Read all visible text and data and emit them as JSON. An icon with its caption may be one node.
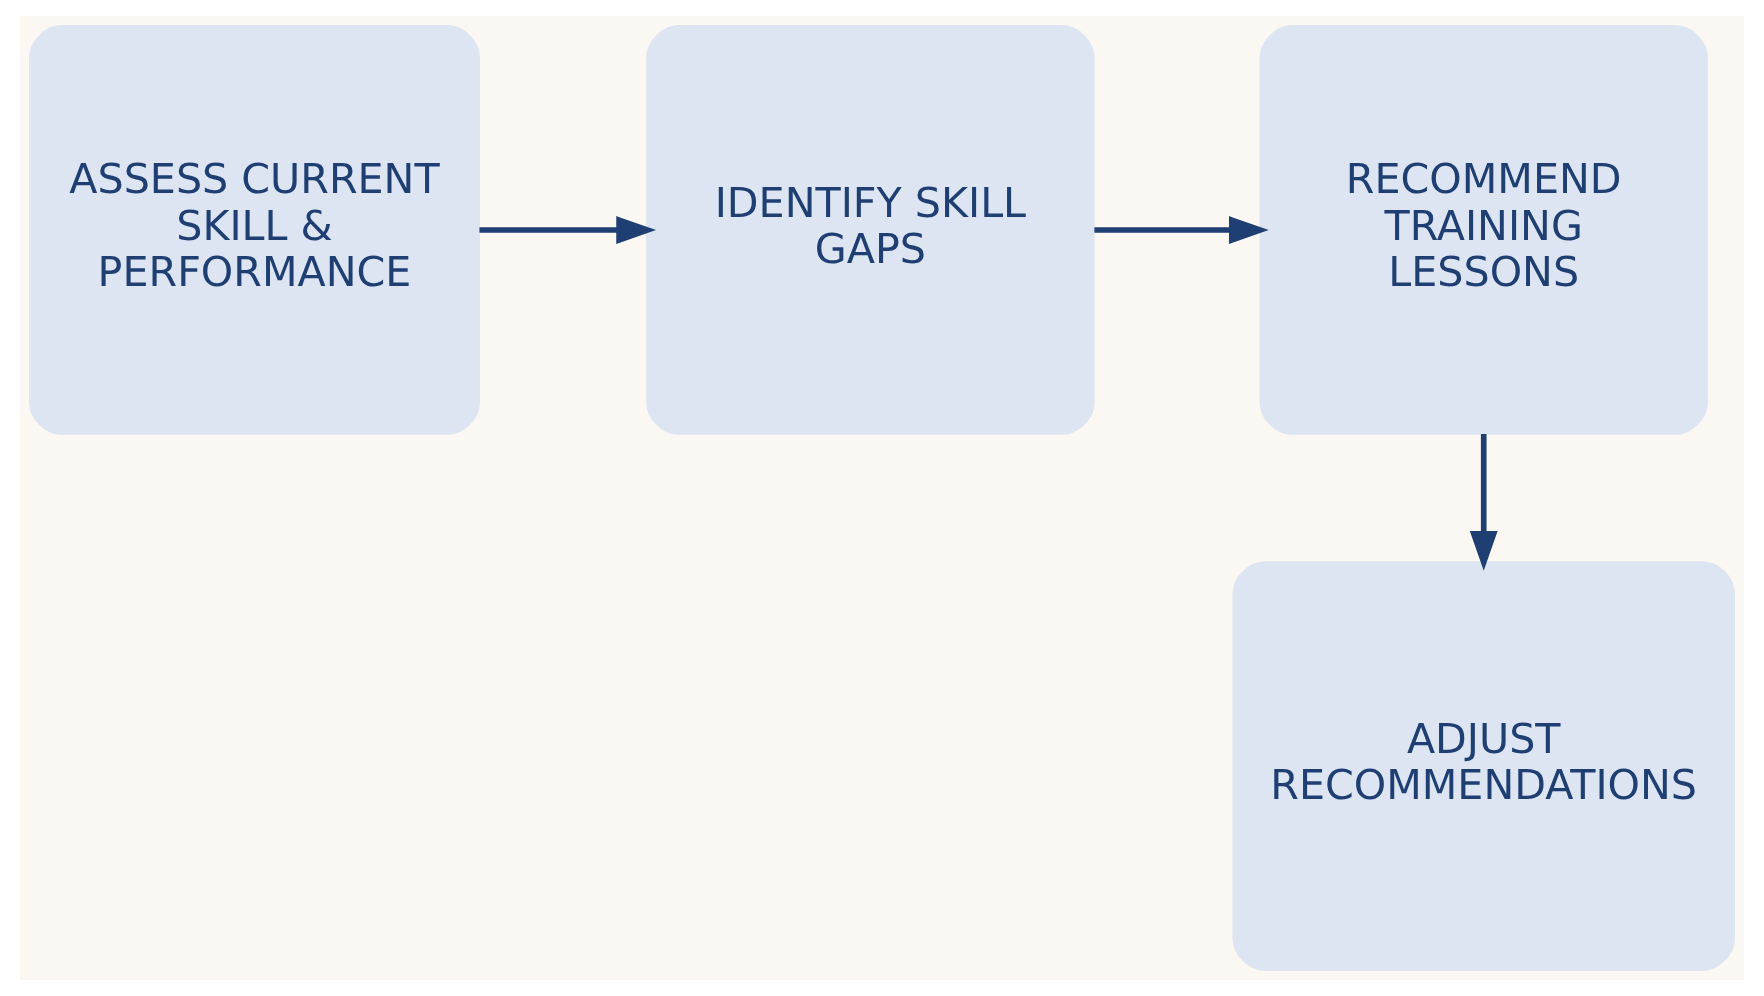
{
  "diagram": {
    "nodes": [
      {
        "text": [
          "ASSESS CURRENT SKILL & PERFORMANCE"
        ]
      },
      {
        "text": [
          "IDENTIFY SKILL GAPS"
        ]
      },
      {
        "text": [
          "RECOMMEND TRAINING LESSONS"
        ]
      },
      {
        "text": [
          "ADJUST RECOMMENDATIONS"
        ]
      }
    ],
    "edges": [
      {
        "from": 0,
        "to": 1,
        "arrow": "to"
      },
      {
        "from": 1,
        "to": 2,
        "arrow": "to"
      },
      {
        "from": 2,
        "to": 3,
        "arrow": "to"
      }
    ]
  }
}
